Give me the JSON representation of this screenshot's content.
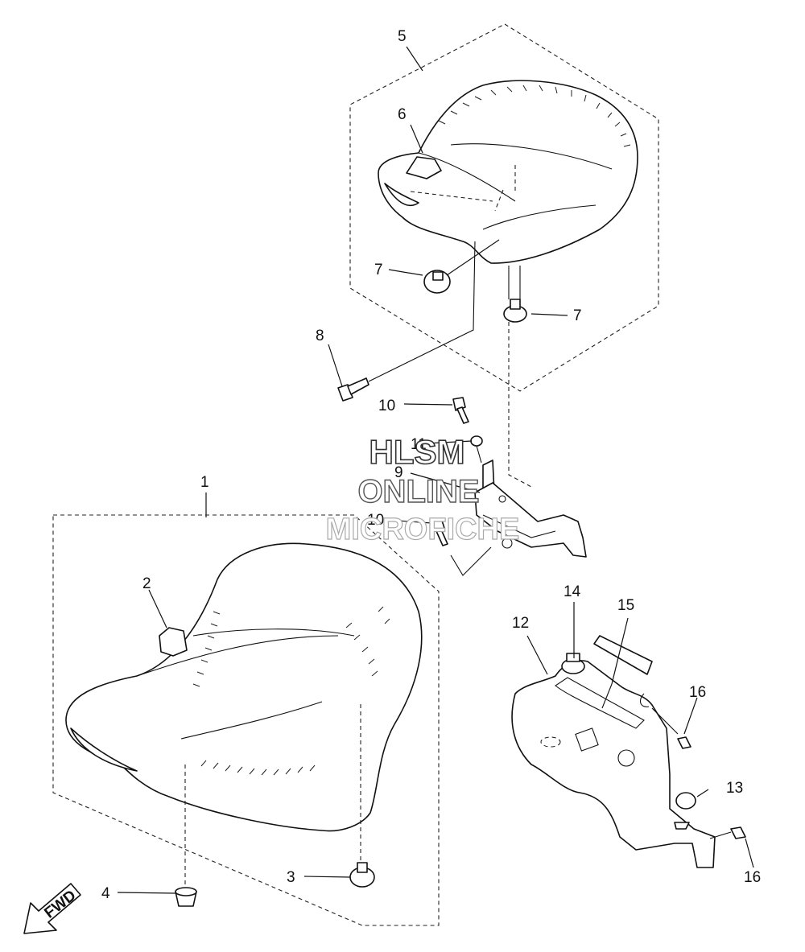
{
  "diagram": {
    "part_labels": {
      "p1": "1",
      "p2": "2",
      "p3": "3",
      "p4": "4",
      "p5": "5",
      "p6": "6",
      "p7a": "7",
      "p7b": "7",
      "p8": "8",
      "p9": "9",
      "p10a": "10",
      "p10b": "10",
      "p11": "11",
      "p12": "12",
      "p13": "13",
      "p14": "14",
      "p15": "15",
      "p16a": "16",
      "p16b": "16"
    },
    "fwd_arrow_label": "FWD",
    "watermark": {
      "line1": "HLSM",
      "line2": "ONLINE",
      "line3": "MICROFICHE"
    }
  }
}
